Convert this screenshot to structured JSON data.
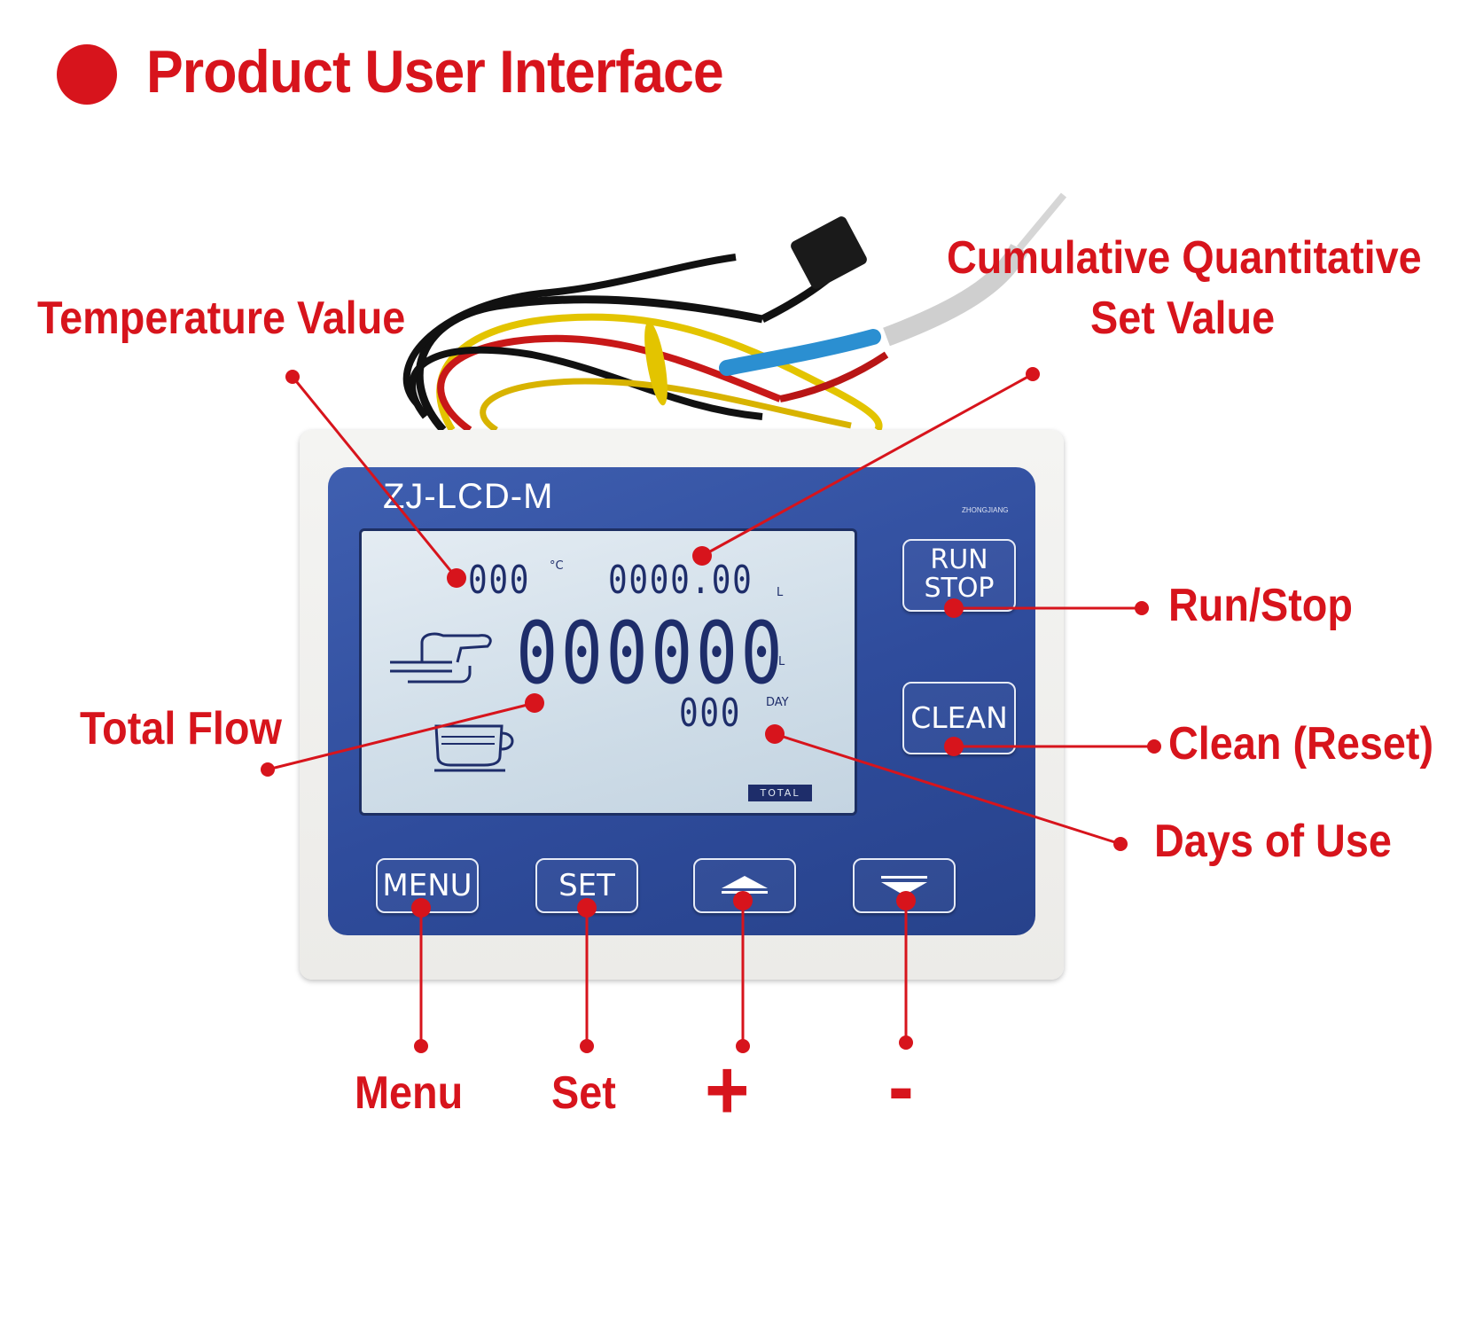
{
  "header": {
    "title": "Product User Interface"
  },
  "device": {
    "model": "ZJ-LCD-M",
    "brand": "ZHONGJIANG",
    "lcd": {
      "temperature": "000",
      "temperature_unit": "°C",
      "set_value": "0000.00",
      "set_value_unit": "L",
      "total_flow": "000000",
      "total_flow_unit": "L",
      "days": "000",
      "days_unit": "DAY",
      "total_badge": "TOTAL"
    },
    "buttons": {
      "run_stop_line1": "RUN",
      "run_stop_line2": "STOP",
      "clean": "CLEAN",
      "menu": "MENU",
      "set": "SET"
    }
  },
  "labels": {
    "temperature_value": "Temperature Value",
    "cumulative_line1": "Cumulative Quantitative",
    "cumulative_line2": "Set Value",
    "run_stop": "Run/Stop",
    "total_flow": "Total Flow",
    "clean_reset": "Clean (Reset)",
    "days_of_use": "Days of Use",
    "menu": "Menu",
    "set": "Set",
    "plus": "+",
    "minus": "-"
  },
  "colors": {
    "accent": "#d7141c",
    "device_blue": "#2f4c9c",
    "lcd_background": "#d6e2ec",
    "segment": "#1e2d6a"
  }
}
